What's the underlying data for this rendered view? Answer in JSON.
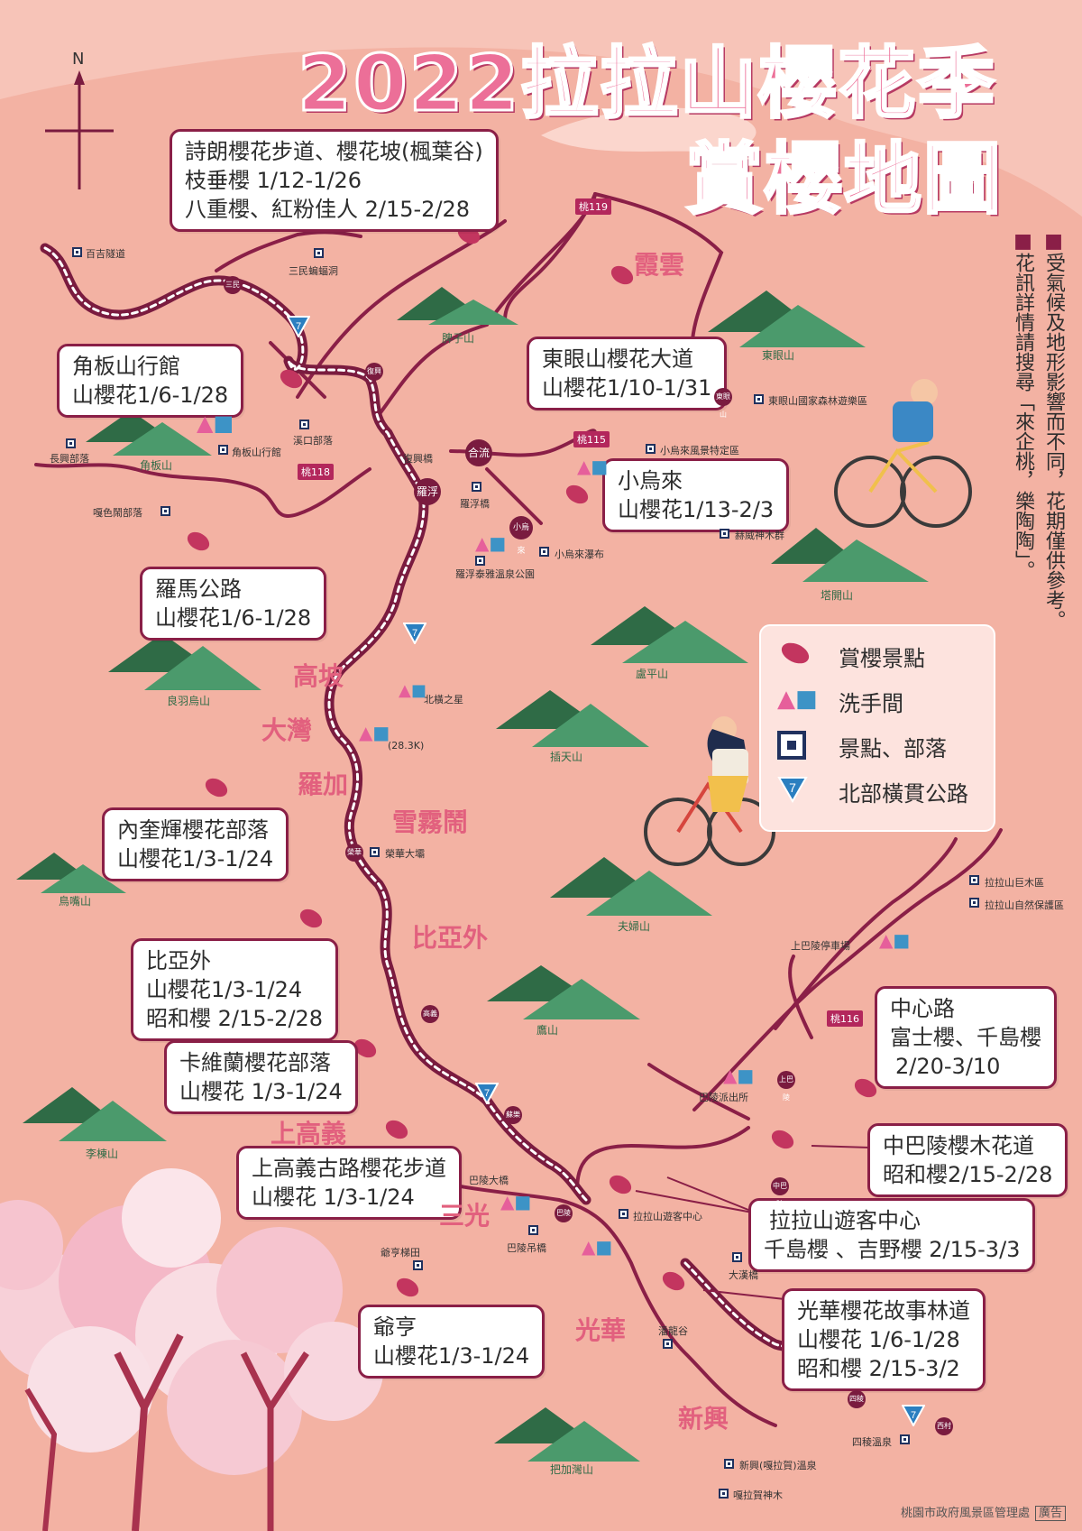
{
  "title_line1": "2022拉拉山櫻花季",
  "title_line2": "賞櫻地圖",
  "north": "N",
  "notes": [
    "受氣候及地形影響而不同，花期僅供參考。",
    "花訊詳情請搜尋「來企桃，樂陶陶」。"
  ],
  "legend": {
    "cherry_spot": "賞櫻景點",
    "restroom": "洗手間",
    "attraction": "景點、部落",
    "highway": "北部橫貫公路"
  },
  "highway_number": "7",
  "boxes": {
    "shilang": [
      "詩朗櫻花步道、櫻花坡(楓葉谷)",
      "枝垂櫻 1/12-1/26",
      "八重櫻、紅粉佳人 2/15-2/28"
    ],
    "jiaoban": [
      "角板山行館",
      "山櫻花1/6-1/28"
    ],
    "dongyan": [
      "東眼山櫻花大道",
      "山櫻花1/10-1/31"
    ],
    "xiaowulai": [
      "小烏來",
      "山櫻花1/13-2/3"
    ],
    "luoma": [
      "羅馬公路",
      "山櫻花1/6-1/28"
    ],
    "neikuihui": [
      "內奎輝櫻花部落",
      "山櫻花1/3-1/24"
    ],
    "biyawai": [
      "比亞外",
      "山櫻花1/3-1/24",
      "昭和櫻 2/15-2/28"
    ],
    "kaweilan": [
      "卡維蘭櫻花部落",
      "山櫻花 1/3-1/24"
    ],
    "shanggaoyi": [
      "上高義古路櫻花步道",
      "山櫻花 1/3-1/24"
    ],
    "yehen": [
      "爺亨",
      "山櫻花1/3-1/24"
    ],
    "zhongxin": [
      "中心路",
      "富士櫻、千島櫻",
      "2/20-3/10"
    ],
    "zhongbaling": [
      "中巴陵櫻木花道",
      "昭和櫻2/15-2/28"
    ],
    "lalashan": [
      "拉拉山遊客中心",
      "千島櫻 、吉野櫻  2/15-3/3"
    ],
    "guanghua": [
      "光華櫻花故事林道",
      "山櫻花 1/6-1/28",
      "昭和櫻 2/15-3/2"
    ]
  },
  "areas": {
    "xiayun": "霞雲",
    "gaopo": "高坡",
    "dawan": "大灣",
    "luojia": "羅加",
    "xuewunao": "雪霧鬧",
    "biyawai": "比亞外",
    "shanggaoyi": "上高義",
    "sanguang": "三光",
    "guanghua": "光華",
    "xinxing": "新興"
  },
  "mountains": {
    "bizi": "脾子山",
    "dongyan": "東眼山",
    "jiaoban": "角板山",
    "taikai": "塔開山",
    "lupin": "盧平山",
    "liangyu": "良羽烏山",
    "chatian": "插天山",
    "niaozui": "鳥嘴山",
    "fufu": "夫婦山",
    "ying": "鷹山",
    "lidong": "李棟山",
    "bajiawan": "把加灣山"
  },
  "places": {
    "baiji": "百吉隧道",
    "sanmin_cave": "三民蝙蝠洞",
    "dongyan_forest": "東眼山國家森林遊樂區",
    "changxing": "長興部落",
    "jiaoban_guest": "角板山行館",
    "xikou": "溪口部落",
    "fuxing_bridge": "復興橋",
    "xiaowulai_area": "小烏來風景特定區",
    "gasehnao": "嘎色鬧部落",
    "luofu_bridge": "羅浮橋",
    "hewei": "赫威神木群",
    "xiaowulai_falls": "小烏來瀑布",
    "luofu_hotspring": "羅浮泰雅溫泉公園",
    "beiheng": "北橫之星",
    "km": "(28.3K)",
    "ronghua": "榮華大壩",
    "lalashan_giant": "拉拉山巨木區",
    "lalashan_reserve": "拉拉山自然保護區",
    "shangbaling_parking": "上巴陵停車場",
    "baling_police": "巴陵派出所",
    "baling_bridge": "巴陵大橋",
    "lalashan_center": "拉拉山遊客中心",
    "baling_suspension": "巴陵吊橋",
    "yehen_terrace": "爺亨梯田",
    "daxi_bridge": "大漢橋",
    "panlong": "潘龍谷",
    "siling": "四稜溫泉",
    "xinxing_hotspring": "新興(嘎拉賀)溫泉",
    "galahe": "嘎拉賀神木"
  },
  "villages": {
    "sanmin": "三民",
    "fuxing": "復興",
    "dongyan": "東眼山",
    "heliu": "合流",
    "luofu": "羅浮",
    "xiaowulai": "小烏來",
    "ronghua": "榮華",
    "gaoyi": "高義",
    "suleh": "蘇樂",
    "baling": "巴陵",
    "shangbaling": "上巴陵",
    "zhongbaling": "中巴陵",
    "siling": "四稜",
    "xicun": "西村"
  },
  "roads": {
    "t119": "桃119",
    "t115": "桃115",
    "t118": "桃118",
    "t116": "桃116"
  },
  "credit": "桃園市政府風景區管理處",
  "credit_tag": "廣告"
}
